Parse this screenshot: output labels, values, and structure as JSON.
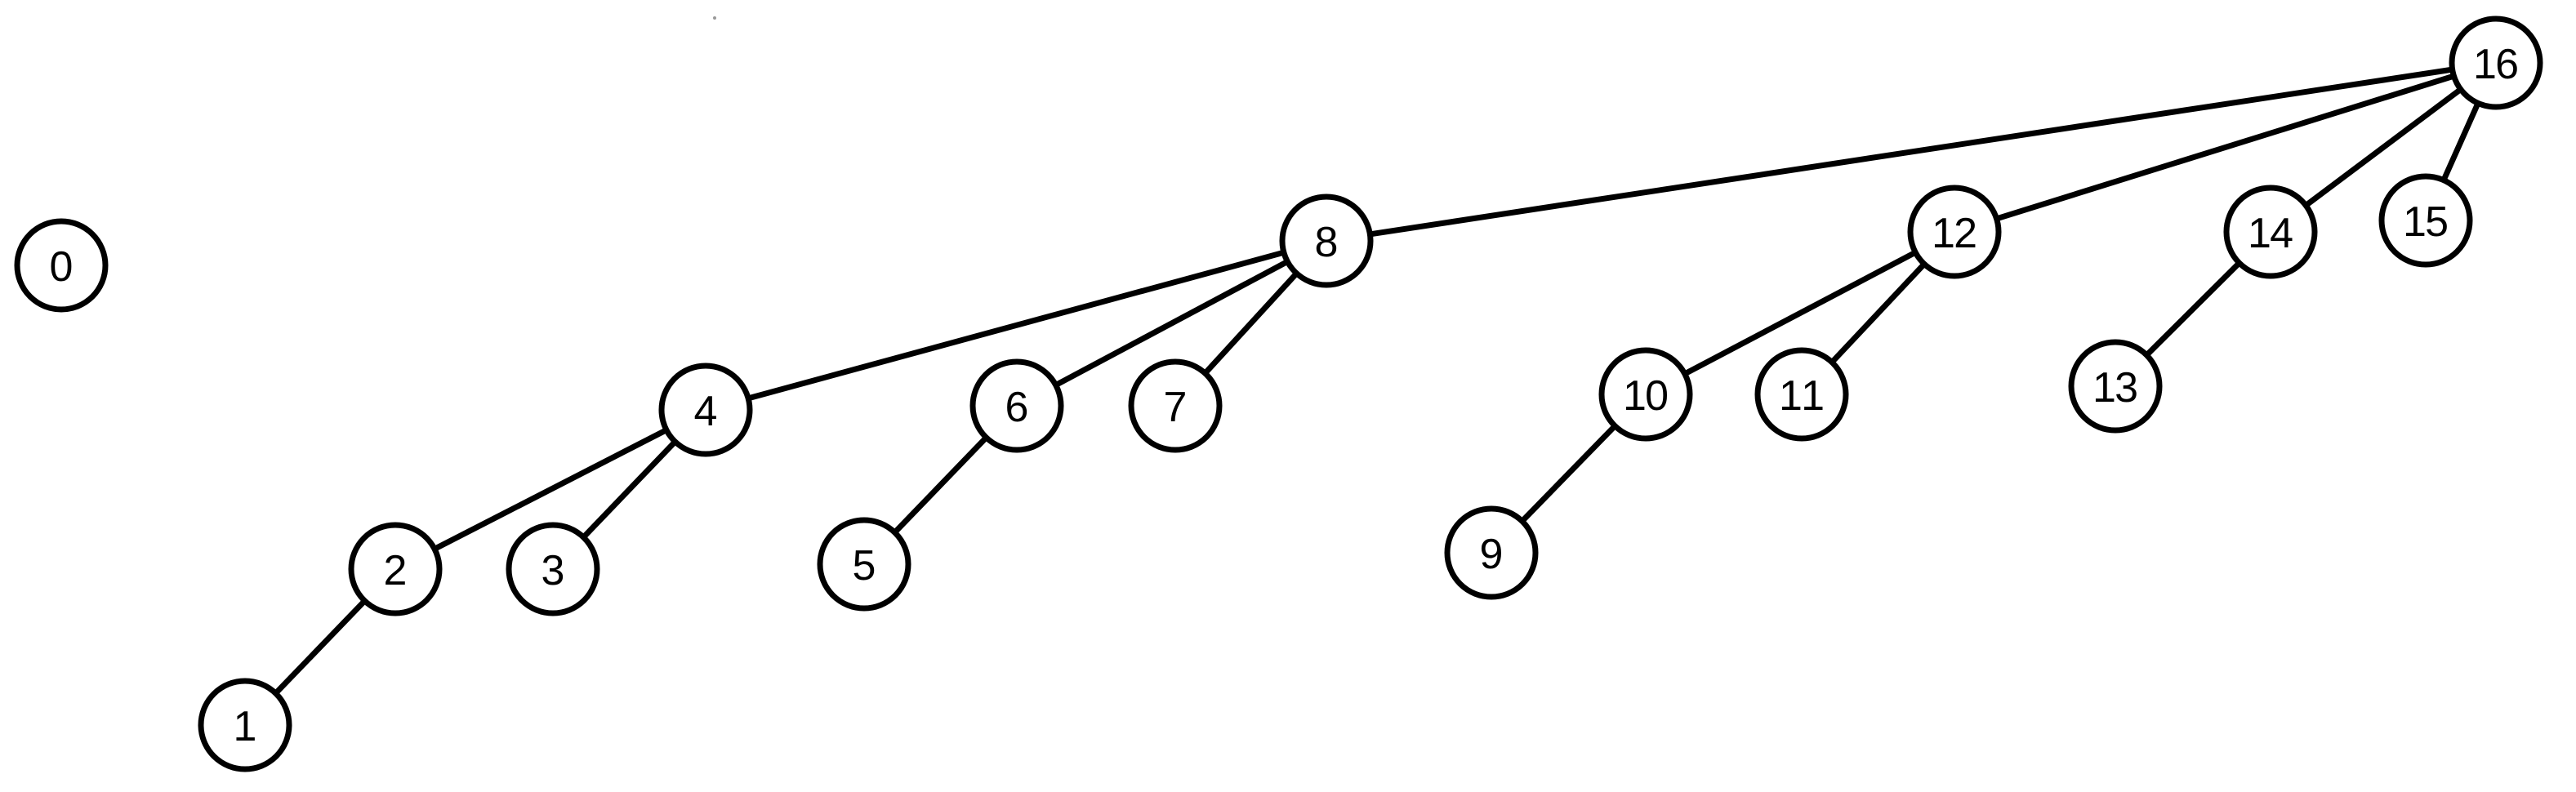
{
  "diagram": {
    "nodes": [
      {
        "id": "0",
        "label": "0"
      },
      {
        "id": "1",
        "label": "1"
      },
      {
        "id": "2",
        "label": "2"
      },
      {
        "id": "3",
        "label": "3"
      },
      {
        "id": "4",
        "label": "4"
      },
      {
        "id": "5",
        "label": "5"
      },
      {
        "id": "6",
        "label": "6"
      },
      {
        "id": "7",
        "label": "7"
      },
      {
        "id": "8",
        "label": "8"
      },
      {
        "id": "9",
        "label": "9"
      },
      {
        "id": "10",
        "label": "10"
      },
      {
        "id": "11",
        "label": "11"
      },
      {
        "id": "12",
        "label": "12"
      },
      {
        "id": "13",
        "label": "13"
      },
      {
        "id": "14",
        "label": "14"
      },
      {
        "id": "15",
        "label": "15"
      },
      {
        "id": "16",
        "label": "16"
      }
    ],
    "edges": [
      {
        "from": "1",
        "to": "2"
      },
      {
        "from": "2",
        "to": "4"
      },
      {
        "from": "3",
        "to": "4"
      },
      {
        "from": "4",
        "to": "8"
      },
      {
        "from": "5",
        "to": "6"
      },
      {
        "from": "6",
        "to": "8"
      },
      {
        "from": "7",
        "to": "8"
      },
      {
        "from": "8",
        "to": "16"
      },
      {
        "from": "9",
        "to": "10"
      },
      {
        "from": "10",
        "to": "12"
      },
      {
        "from": "11",
        "to": "12"
      },
      {
        "from": "12",
        "to": "16"
      },
      {
        "from": "13",
        "to": "14"
      },
      {
        "from": "14",
        "to": "16"
      },
      {
        "from": "15",
        "to": "16"
      }
    ]
  }
}
